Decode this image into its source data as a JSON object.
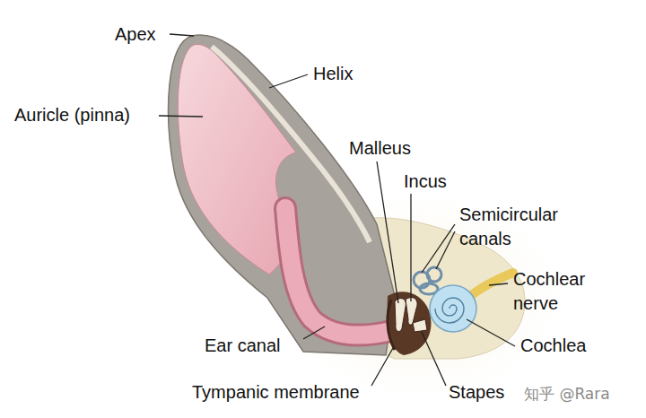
{
  "diagram": {
    "labels": [
      "Apex",
      "Helix",
      "Auricle (pinna)",
      "Malleus",
      "Incus",
      "Semicircular canals",
      "Cochlear nerve",
      "Cochlea",
      "Ear canal",
      "Tympanic membrane",
      "Stapes",
      "知乎 @Rara"
    ]
  }
}
